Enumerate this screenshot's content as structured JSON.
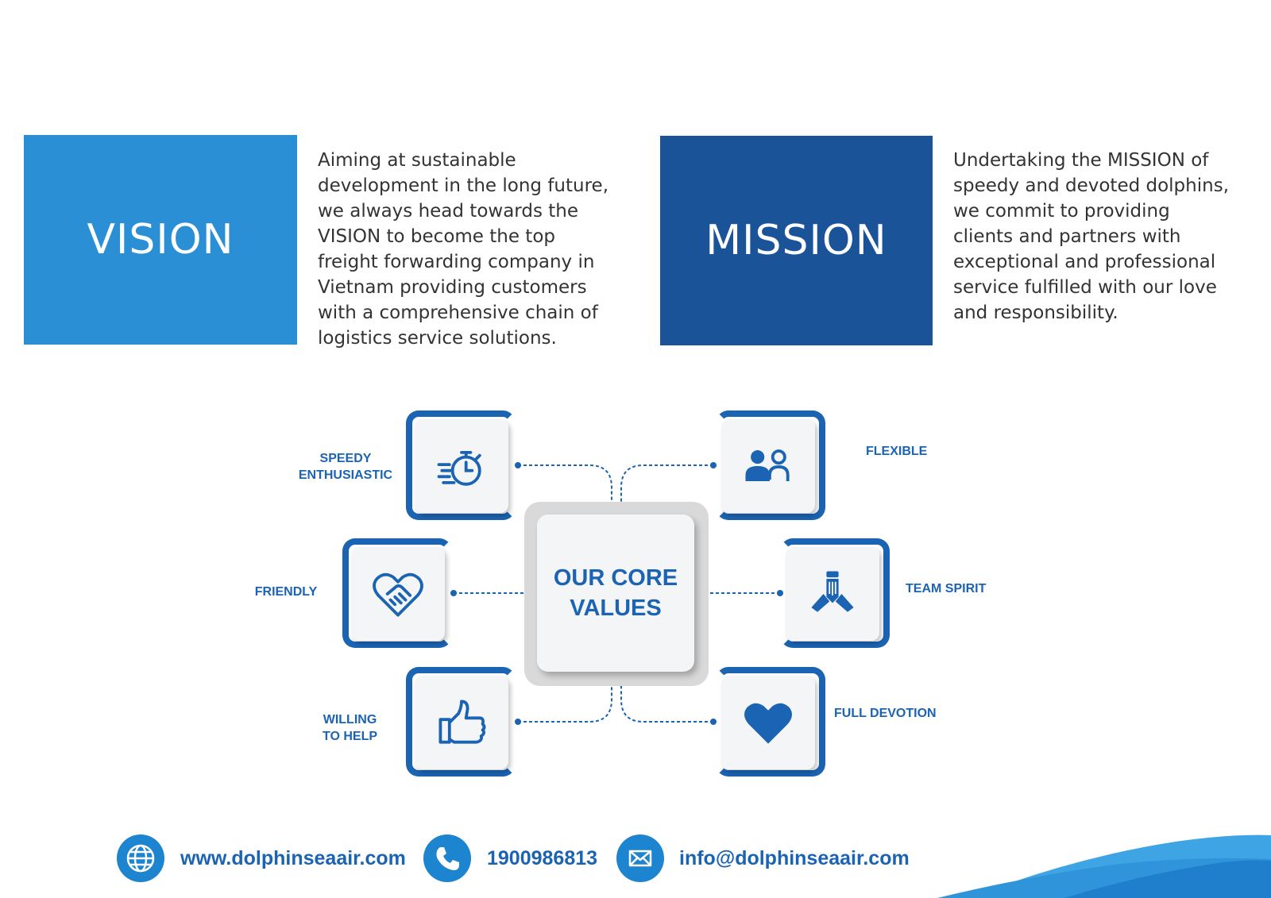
{
  "vision": {
    "title": "VISION",
    "text": "Aiming at sustainable\ndevelopment in the long future,\nwe always head towards the\nVISION to become the top\nfreight forwarding company in\nVietnam providing customers\nwith a comprehensive chain of\nlogistics service solutions."
  },
  "mission": {
    "title": "MISSION",
    "text": "Undertaking the MISSION of\nspeedy and devoted dolphins,\nwe commit to providing\nclients and partners with\nexceptional and professional\nservice fulfilled with our love\nand responsibility."
  },
  "core_values": {
    "center_label": "OUR CORE\nVALUES",
    "items": [
      {
        "label": "SPEEDY\nENTHUSIASTIC",
        "icon": "stopwatch-icon"
      },
      {
        "label": "FLEXIBLE",
        "icon": "people-icon"
      },
      {
        "label": "FRIENDLY",
        "icon": "heart-handshake-icon"
      },
      {
        "label": "TEAM SPIRIT",
        "icon": "joined-hands-icon"
      },
      {
        "label": "WILLING\nTO HELP",
        "icon": "thumbs-up-icon"
      },
      {
        "label": "FULL DEVOTION",
        "icon": "heart-icon"
      }
    ]
  },
  "footer": {
    "website": "www.dolphinseaair.com",
    "phone": "1900986813",
    "email": "info@dolphinseaair.com"
  },
  "colors": {
    "vision_blue": "#2a8fd4",
    "mission_blue": "#1b5399",
    "accent_blue": "#1b63b3",
    "icon_circle_blue": "#1d84d0"
  }
}
